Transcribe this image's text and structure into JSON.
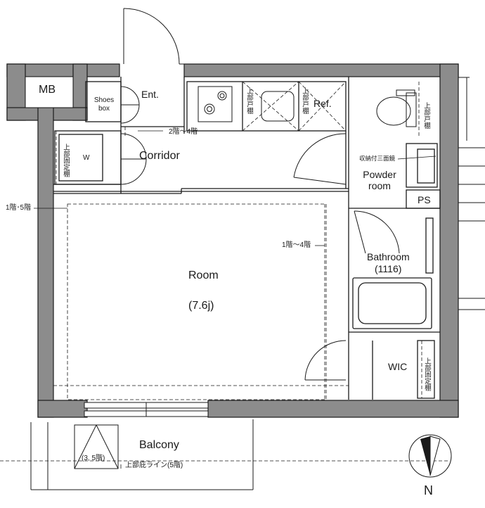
{
  "rooms": {
    "mb": "MB",
    "shoes_box": "Shoes box",
    "entrance": "Ent.",
    "corridor": "Corridor",
    "wardrobe": "W",
    "powder_room": "Powder room",
    "ps": "PS",
    "bathroom": "Bathroom",
    "bathroom_size": "(1116)",
    "main_room": "Room",
    "main_room_size": "(7.6j)",
    "wic": "WIC",
    "balcony": "Balcony",
    "refrigerator": "Ref."
  },
  "notes": {
    "floors_2_4_entrance": "2階～4階",
    "floors_1_5": "1階･5階",
    "floors_1_4": "1階～4階",
    "shelf_upper_fixed": "上部固定棚",
    "shelf_upper_cabinet_1": "上部戸棚",
    "shelf_upper_cabinet_2": "上部戸棚",
    "shelf_upper_cabinet_3": "上部戸棚",
    "shelf_upper_fixed_wic": "上部固定棚",
    "mirror_storage": "収納付三面鏡",
    "balcony_floors": "(3, 5階)",
    "eaves_line": "上部庇ライン(5階)"
  },
  "compass": {
    "north": "N"
  },
  "colors": {
    "wall_fill": "#8c8c8c",
    "line": "#1a1a1a"
  }
}
